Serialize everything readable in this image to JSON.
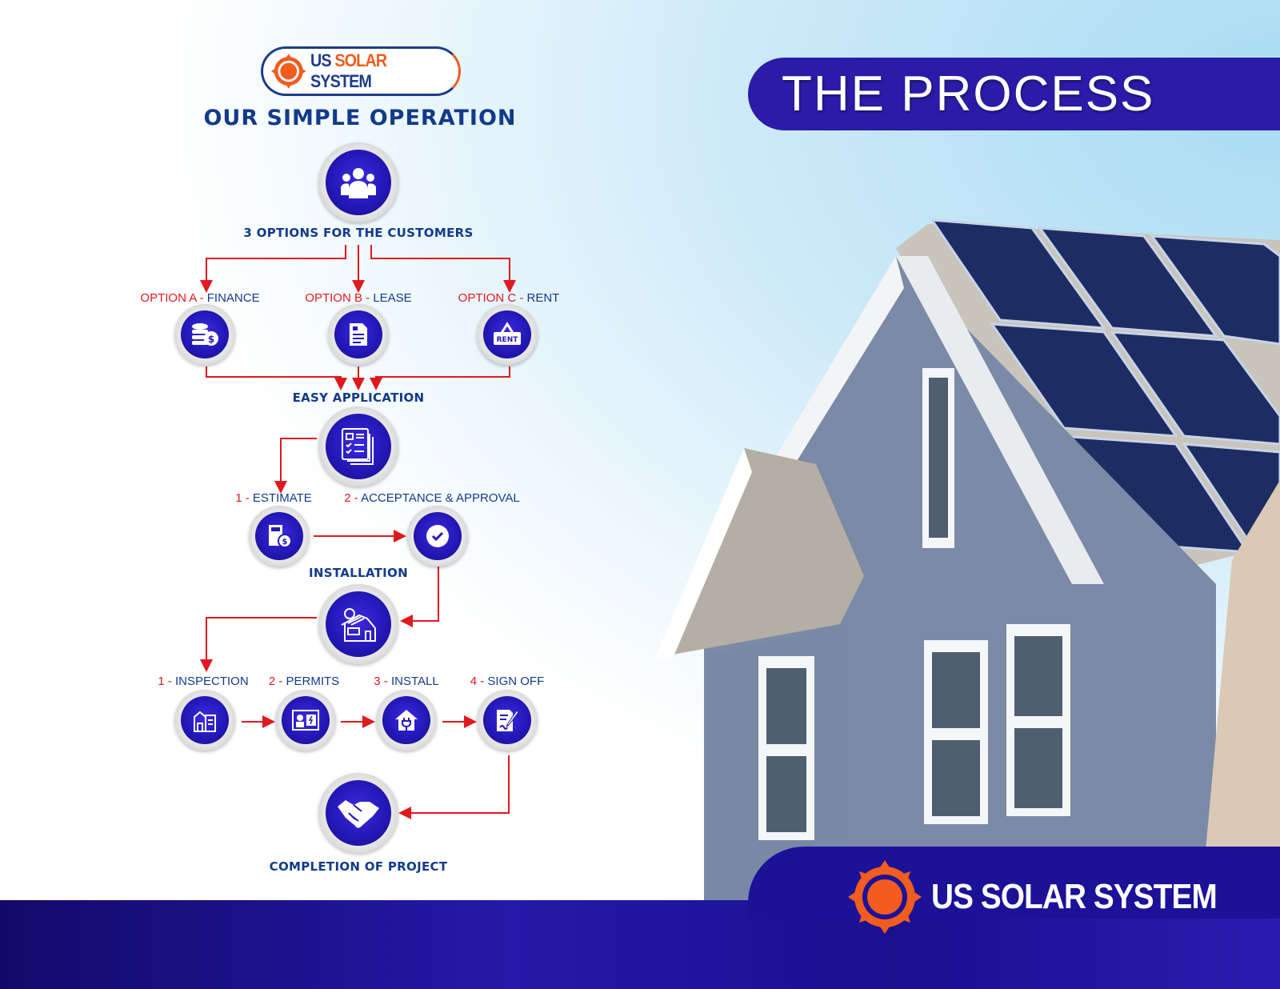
{
  "brand": {
    "name_us": "US",
    "name_solar": "SOLAR",
    "name_system": "SYSTEM",
    "full": "US SOLAR SYSTEM",
    "colors": {
      "navy": "#123a8a",
      "orange": "#f25c1e",
      "red": "#e0191f",
      "blue": "#2418b8"
    }
  },
  "heading": "OUR SIMPLE OPERATION",
  "banner_title": "THE PROCESS",
  "steps": {
    "customers": "3 OPTIONS FOR THE CUSTOMERS",
    "options": [
      {
        "prefix": "OPTION A -",
        "label": "FINANCE",
        "icon": "coins-dollar-icon"
      },
      {
        "prefix": "OPTION B -",
        "label": "LEASE",
        "icon": "lease-document-icon"
      },
      {
        "prefix": "OPTION C -",
        "label": "RENT",
        "icon": "rent-sign-icon",
        "badge": "RENT"
      }
    ],
    "application": "EASY APPLICATION",
    "application_sub": [
      {
        "prefix": "1 -",
        "label": "ESTIMATE",
        "icon": "calculator-dollar-icon"
      },
      {
        "prefix": "2 -",
        "label": "ACCEPTANCE & APPROVAL",
        "icon": "check-icon"
      }
    ],
    "installation": "INSTALLATION",
    "installation_sub": [
      {
        "prefix": "1 -",
        "label": "INSPECTION",
        "icon": "inspection-icon"
      },
      {
        "prefix": "2 -",
        "label": "PERMITS",
        "icon": "permit-icon"
      },
      {
        "prefix": "3 -",
        "label": "INSTALL",
        "icon": "house-plug-icon"
      },
      {
        "prefix": "4 -",
        "label": "SIGN OFF",
        "icon": "sign-document-icon"
      }
    ],
    "completion": "COMPLETION OF PROJECT"
  }
}
